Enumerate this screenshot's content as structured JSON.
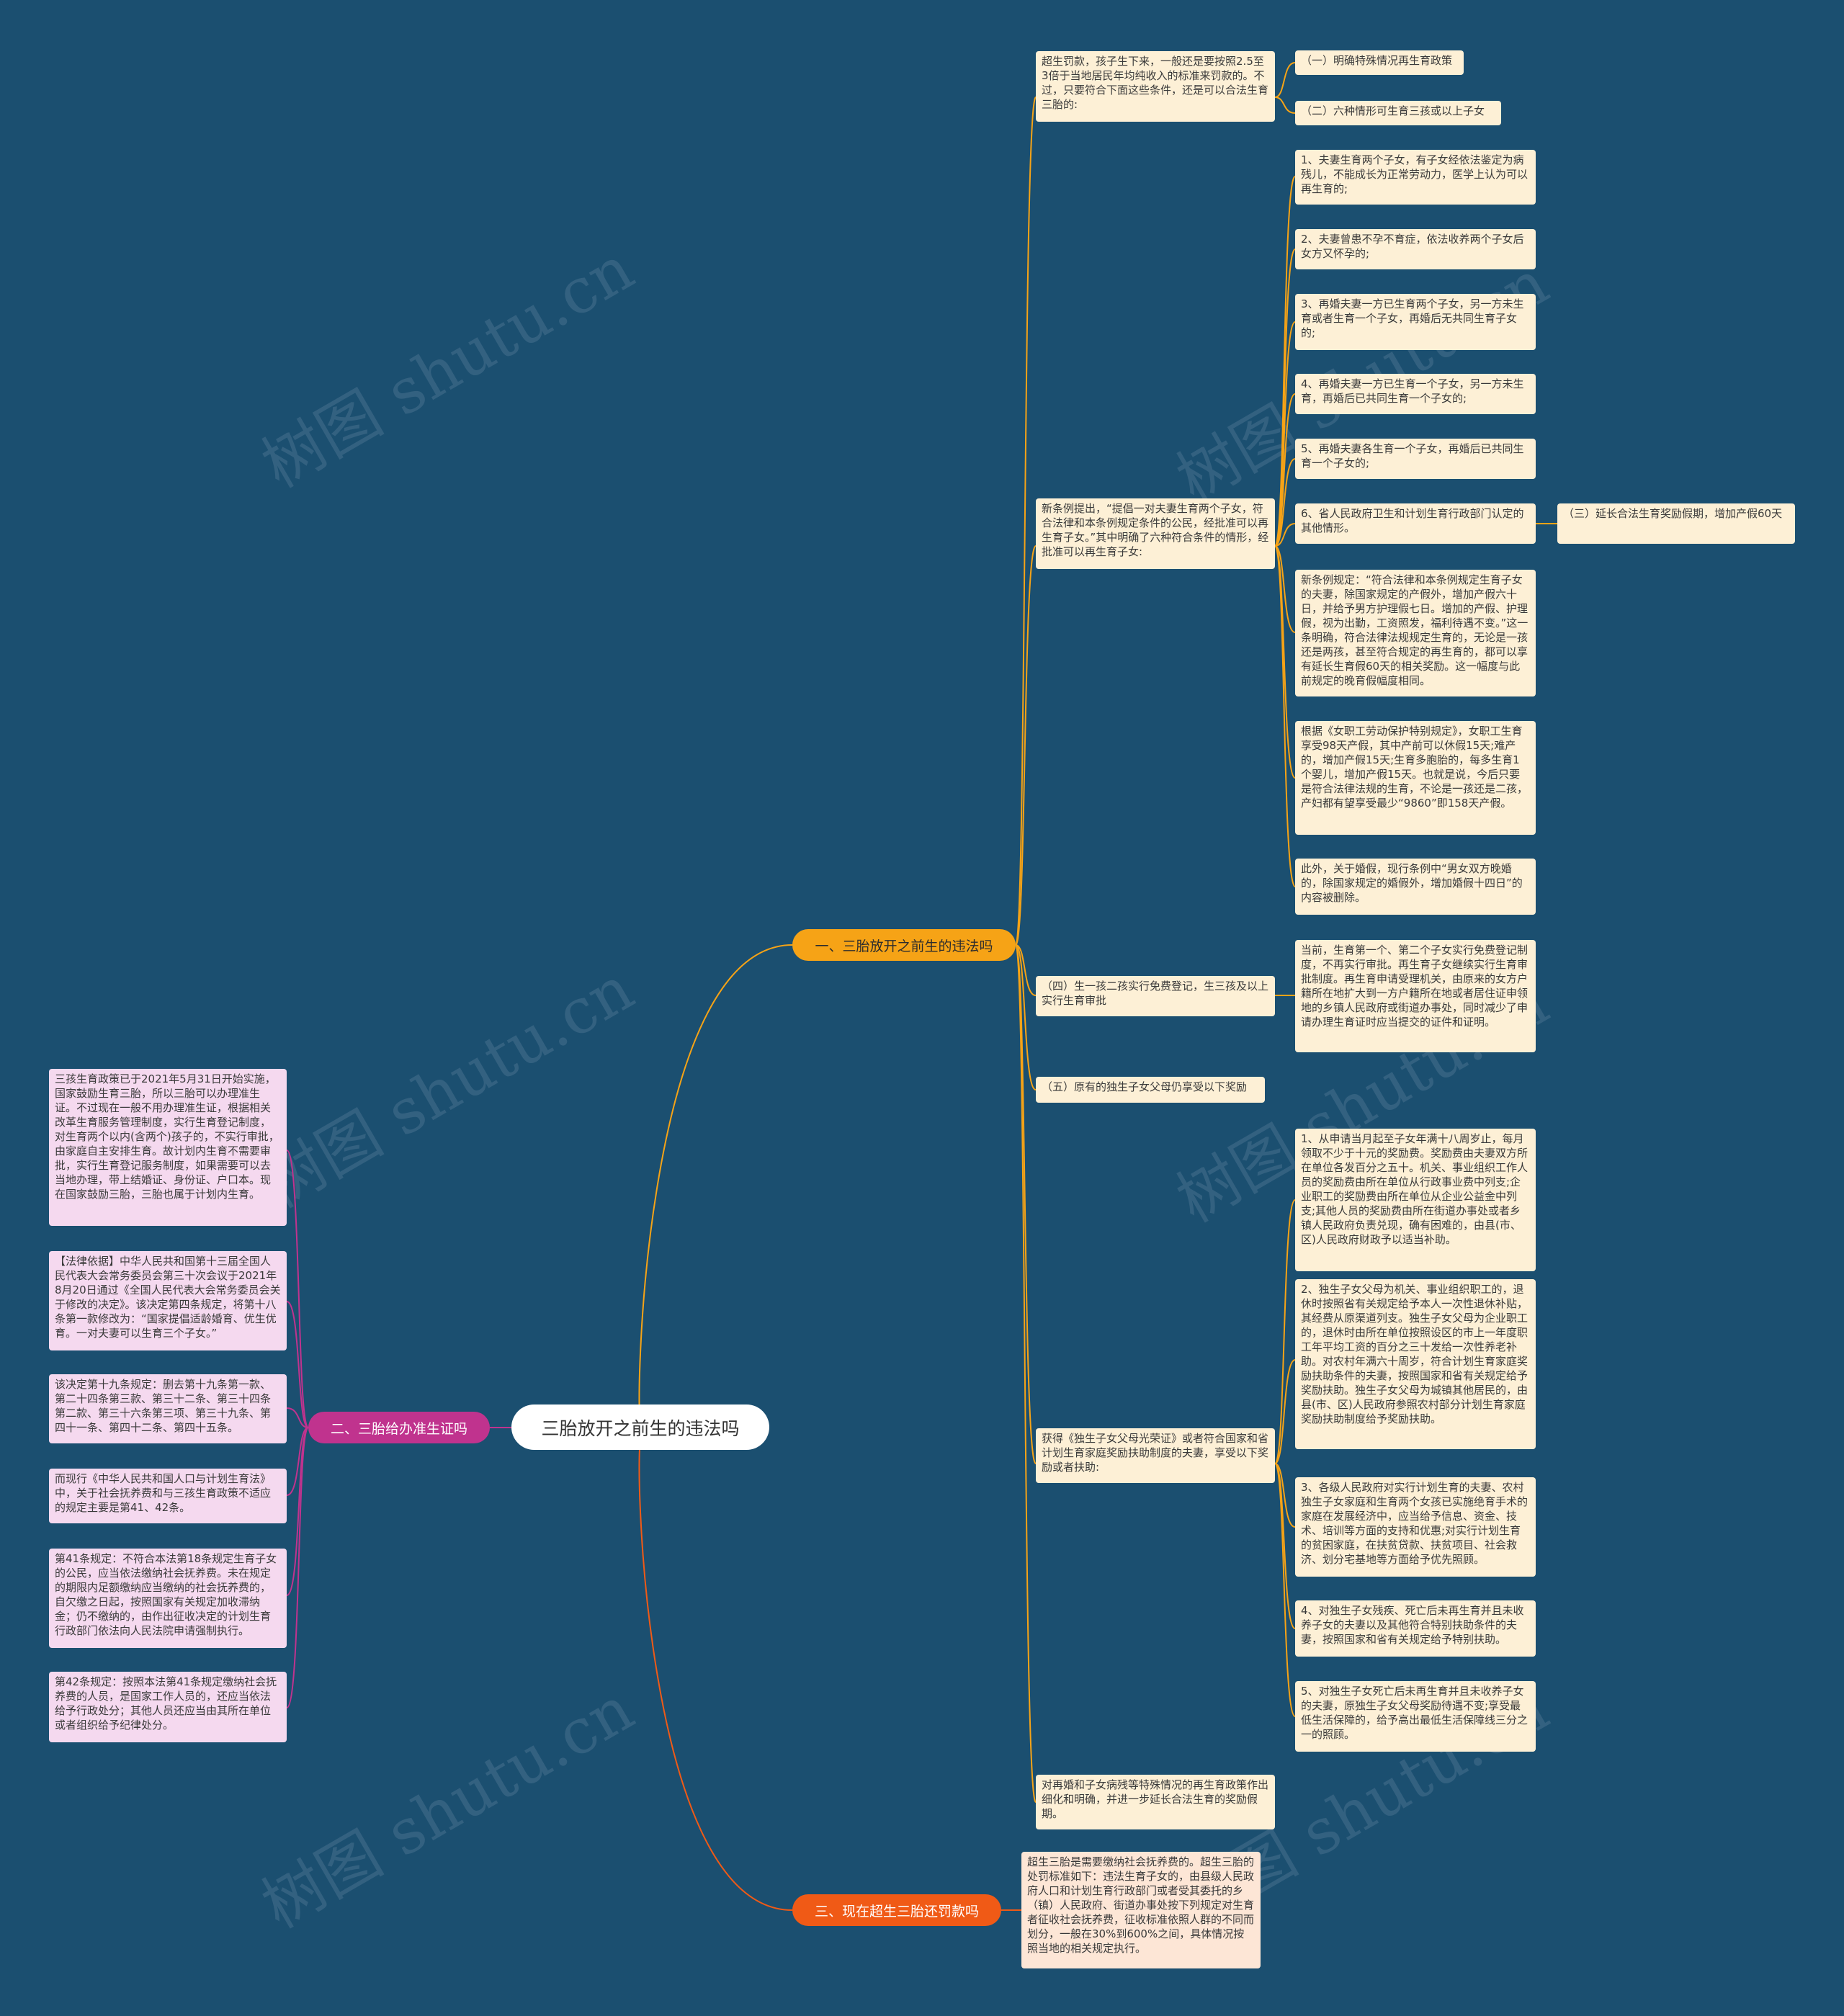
{
  "colors": {
    "background": "#1b4f70",
    "branch1": "#f6a316",
    "branch2": "#c0338e",
    "branch3": "#f05a16",
    "node_cream": "#fdf0d6",
    "node_pink": "#f5d9ef",
    "node_peach": "#fde6d6"
  },
  "watermark": "树图 shutu.cn",
  "root": "三胎放开之前生的违法吗",
  "branch1": {
    "label": "一、三胎放开之前生的违法吗",
    "n1": "超生罚款，孩子生下来，一般还是要按照2.5至3倍于当地居民年均纯收入的标准来罚款的。不过，只要符合下面这些条件，还是可以合法生育三胎的:",
    "n1a": "（一）明确特殊情况再生育政策",
    "n1b": "（二）六种情形可生育三孩或以上子女",
    "n2": "新条例提出，“提倡一对夫妻生育两个子女，符合法律和本条例规定条件的公民，经批准可以再生育子女。”其中明确了六种符合条件的情形，经批准可以再生育子女:",
    "n2a": "1、夫妻生育两个子女，有子女经依法鉴定为病残儿，不能成长为正常劳动力，医学上认为可以再生育的;",
    "n2b": "2、夫妻曾患不孕不育症，依法收养两个子女后女方又怀孕的;",
    "n2c": "3、再婚夫妻一方已生育两个子女，另一方未生育或者生育一个子女，再婚后无共同生育子女的;",
    "n2d": "4、再婚夫妻一方已生育一个子女，另一方未生育，再婚后已共同生育一个子女的;",
    "n2e": "5、再婚夫妻各生育一个子女，再婚后已共同生育一个子女的;",
    "n2f": "6、省人民政府卫生和计划生育行政部门认定的其他情形。",
    "n2f1": "（三）延长合法生育奖励假期，增加产假60天",
    "n2g": "新条例规定：“符合法律和本条例规定生育子女的夫妻，除国家规定的产假外，增加产假六十日，并给予男方护理假七日。增加的产假、护理假，视为出勤，工资照发，福利待遇不变。”这一条明确，符合法律法规规定生育的，无论是一孩还是两孩，甚至符合规定的再生育的，都可以享有延长生育假60天的相关奖励。这一幅度与此前规定的晚育假幅度相同。",
    "n2h": "根据《女职工劳动保护特别规定》，女职工生育享受98天产假，其中产前可以休假15天;难产的，增加产假15天;生育多胞胎的，每多生育1个婴儿，增加产假15天。也就是说，今后只要是符合法律法规的生育，不论是一孩还是二孩，产妇都有望享受最少“9860”即158天产假。",
    "n2i": "此外，关于婚假，现行条例中“男女双方晚婚的，除国家规定的婚假外，增加婚假十四日”的内容被删除。",
    "n3": "（四）生一孩二孩实行免费登记，生三孩及以上实行生育审批",
    "n3a": "当前，生育第一个、第二个子女实行免费登记制度，不再实行审批。再生育子女继续实行生育审批制度。再生育申请受理机关，由原来的女方户籍所在地扩大到一方户籍所在地或者居住证申领地的乡镇人民政府或街道办事处，同时减少了申请办理生育证时应当提交的证件和证明。",
    "n4": "（五）原有的独生子女父母仍享受以下奖励",
    "n5": "获得《独生子女父母光荣证》或者符合国家和省计划生育家庭奖励扶助制度的夫妻，享受以下奖励或者扶助:",
    "n5a": "1、从申请当月起至子女年满十八周岁止，每月领取不少于十元的奖励费。奖励费由夫妻双方所在单位各发百分之五十。机关、事业组织工作人员的奖励费由所在单位从行政事业费中列支;企业职工的奖励费由所在单位从企业公益金中列支;其他人员的奖励费由所在街道办事处或者乡镇人民政府负责兑现，确有困难的，由县(市、区)人民政府财政予以适当补助。",
    "n5b": "2、独生子女父母为机关、事业组织职工的，退休时按照省有关规定给予本人一次性退休补贴，其经费从原渠道列支。独生子女父母为企业职工的，退休时由所在单位按照设区的市上一年度职工年平均工资的百分之三十发给一次性养老补助。对农村年满六十周岁，符合计划生育家庭奖励扶助条件的夫妻，按照国家和省有关规定给予奖励扶助。独生子女父母为城镇其他居民的，由县(市、区)人民政府参照农村部分计划生育家庭奖励扶助制度给予奖励扶助。",
    "n5c": "3、各级人民政府对实行计划生育的夫妻、农村独生子女家庭和生育两个女孩已实施绝育手术的家庭在发展经济中，应当给予信息、资金、技术、培训等方面的支持和优惠;对实行计划生育的贫困家庭，在扶贫贷款、扶贫项目、社会救济、划分宅基地等方面给予优先照顾。",
    "n5d": "4、对独生子女残疾、死亡后未再生育并且未收养子女的夫妻以及其他符合特别扶助条件的夫妻，按照国家和省有关规定给予特别扶助。",
    "n5e": "5、对独生子女死亡后未再生育并且未收养子女的夫妻，原独生子女父母奖励待遇不变;享受最低生活保障的，给予高出最低生活保障线三分之一的照顾。",
    "n6": "对再婚和子女病残等特殊情况的再生育政策作出细化和明确，并进一步延长合法生育的奖励假期。"
  },
  "branch2": {
    "label": "二、三胎给办准生证吗",
    "c1": "三孩生育政策已于2021年5月31日开始实施，国家鼓励生育三胎，所以三胎可以办理准生证。不过现在一般不用办理准生证，根据相关改革生育服务管理制度，实行生育登记制度，对生育两个以内(含两个)孩子的，不实行审批，由家庭自主安排生育。故计划内生育不需要审批，实行生育登记服务制度，如果需要可以去当地办理，带上结婚证、身份证、户口本。现在国家鼓励三胎，三胎也属于计划内生育。",
    "c2": "【法律依据】中华人民共和国第十三届全国人民代表大会常务委员会第三十次会议于2021年8月20日通过《全国人民代表大会常务委员会关于修改的决定》。该决定第四条规定，将第十八条第一款修改为：“国家提倡适龄婚育、优生优育。一对夫妻可以生育三个子女。”",
    "c3": "该决定第十九条规定：删去第十九条第一款、第二十四条第三款、第三十二条、第三十四条第二款、第三十六条第三项、第三十九条、第四十一条、第四十二条、第四十五条。",
    "c4": "而现行《中华人民共和国人口与计划生育法》中，关于社会抚养费和与三孩生育政策不适应的规定主要是第41、42条。",
    "c5": "第41条规定：不符合本法第18条规定生育子女的公民，应当依法缴纳社会抚养费。未在规定的期限内足额缴纳应当缴纳的社会抚养费的，自欠缴之日起，按照国家有关规定加收滞纳金；仍不缴纳的，由作出征收决定的计划生育行政部门依法向人民法院申请强制执行。",
    "c6": "第42条规定：按照本法第41条规定缴纳社会抚养费的人员，是国家工作人员的，还应当依法给予行政处分；其他人员还应当由其所在单位或者组织给予纪律处分。"
  },
  "branch3": {
    "label": "三、现在超生三胎还罚款吗",
    "c1": "超生三胎是需要缴纳社会抚养费的。超生三胎的处罚标准如下：违法生育子女的，由县级人民政府人口和计划生育行政部门或者受其委托的乡（镇）人民政府、街道办事处按下列规定对生育者征收社会抚养费，征收标准依照人群的不同而划分，一般在30%到600%之间，具体情况按照当地的相关规定执行。"
  }
}
